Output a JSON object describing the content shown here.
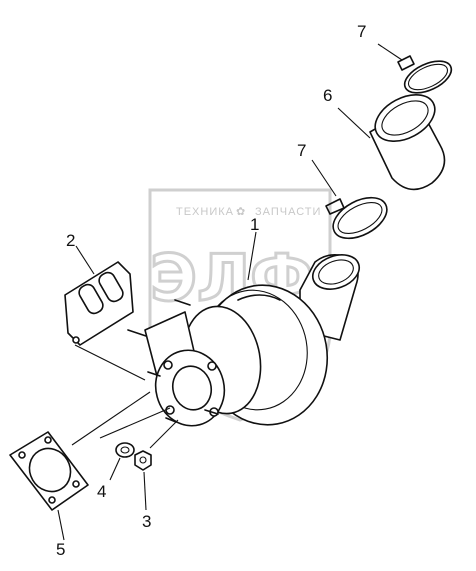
{
  "watermark": {
    "top_text_left": "ТЕХНИКА",
    "top_text_right": "ЗАПЧАСТИ",
    "big_text": "ЭЛФ"
  },
  "callouts": [
    {
      "id": "1",
      "label": "1"
    },
    {
      "id": "2",
      "label": "2"
    },
    {
      "id": "3",
      "label": "3"
    },
    {
      "id": "4",
      "label": "4"
    },
    {
      "id": "5",
      "label": "5"
    },
    {
      "id": "6",
      "label": "6"
    },
    {
      "id": "7a",
      "label": "7"
    },
    {
      "id": "7b",
      "label": "7"
    }
  ]
}
